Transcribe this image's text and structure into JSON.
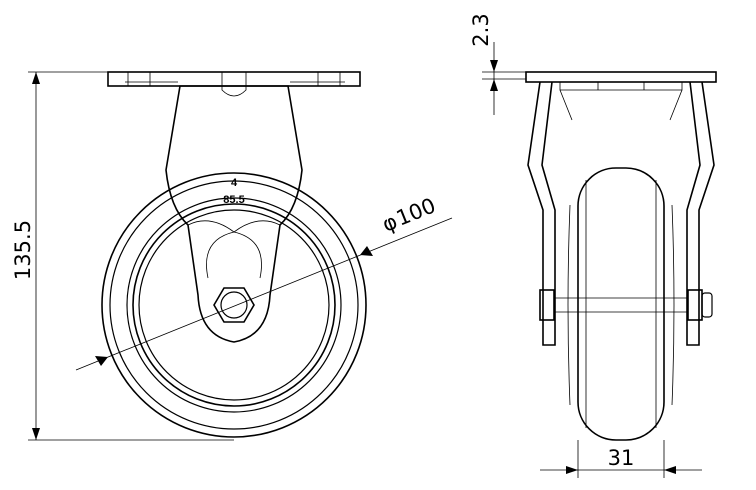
{
  "dimensions": {
    "overall_height": "135.5",
    "plate_thickness": "2.3",
    "wheel_diameter": "100",
    "wheel_width": "31",
    "diameter_symbol": "φ"
  },
  "bracket_labels": {
    "line1": "4",
    "line2": "85.5"
  }
}
